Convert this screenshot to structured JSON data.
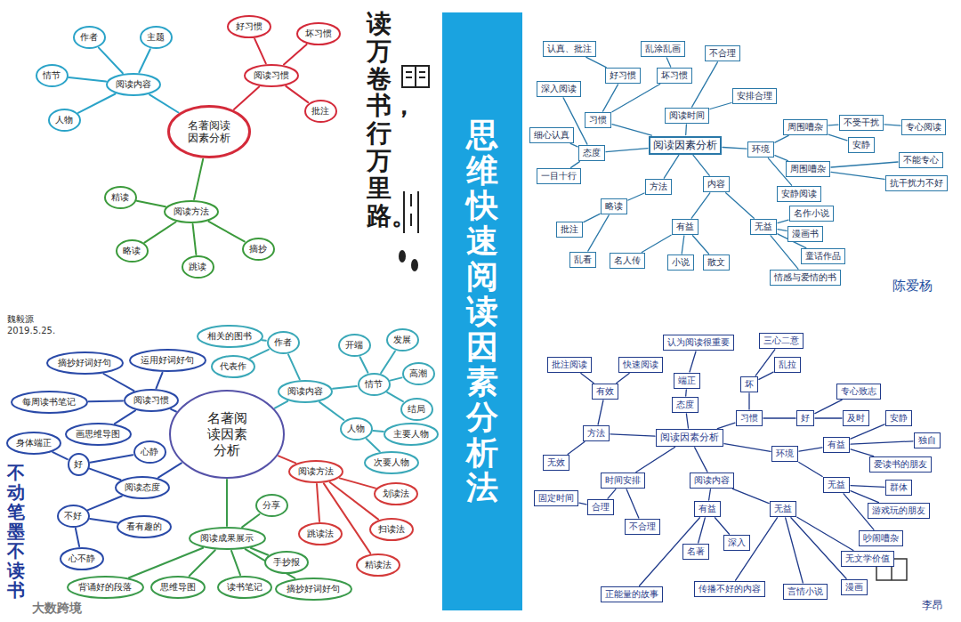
{
  "diagram": {
    "title": "思维快速阅读因素分析法",
    "nodes": [
      {
        "text": [
          "名著阅读因素分析"
        ]
      },
      {
        "text": [
          "阅读内容"
        ]
      },
      {
        "text": [
          "作者"
        ]
      },
      {
        "text": [
          "主题"
        ]
      },
      {
        "text": [
          "情节"
        ]
      },
      {
        "text": [
          "人物"
        ]
      },
      {
        "text": [
          "阅读习惯"
        ]
      },
      {
        "text": [
          "好习惯"
        ]
      },
      {
        "text": [
          "坏习惯"
        ]
      },
      {
        "text": [
          "批注"
        ]
      },
      {
        "text": [
          "阅读方法"
        ]
      },
      {
        "text": [
          "精读"
        ]
      },
      {
        "text": [
          "略读"
        ]
      },
      {
        "text": [
          "跳读"
        ]
      },
      {
        "text": [
          "摘抄"
        ]
      },
      {
        "text": [
          "阅读因素分析"
        ]
      },
      {
        "text": [
          "习惯"
        ]
      },
      {
        "text": [
          "好习惯"
        ]
      },
      {
        "text": [
          "坏习惯"
        ]
      },
      {
        "text": [
          "认真、批注"
        ]
      },
      {
        "text": [
          "乱涂乱画"
        ]
      },
      {
        "text": [
          "阅读时间"
        ]
      },
      {
        "text": [
          "安排合理"
        ]
      },
      {
        "text": [
          "不合理"
        ]
      },
      {
        "text": [
          "环境"
        ]
      },
      {
        "text": [
          "周围嘈杂"
        ]
      },
      {
        "text": [
          "不受干扰"
        ]
      },
      {
        "text": [
          "专心阅读"
        ]
      },
      {
        "text": [
          "安静"
        ]
      },
      {
        "text": [
          "周围嘈杂"
        ]
      },
      {
        "text": [
          "不能专心"
        ]
      },
      {
        "text": [
          "抗干扰力不好"
        ]
      },
      {
        "text": [
          "安静阅读"
        ]
      },
      {
        "text": [
          "内容"
        ]
      },
      {
        "text": [
          "有益"
        ]
      },
      {
        "text": [
          "无益"
        ]
      },
      {
        "text": [
          "名人传"
        ]
      },
      {
        "text": [
          "小说"
        ]
      },
      {
        "text": [
          "散文"
        ]
      },
      {
        "text": [
          "名作小说"
        ]
      },
      {
        "text": [
          "漫画书"
        ]
      },
      {
        "text": [
          "童话作品"
        ]
      },
      {
        "text": [
          "情感与爱情的书"
        ]
      },
      {
        "text": [
          "态度"
        ]
      },
      {
        "text": [
          "深入阅读"
        ]
      },
      {
        "text": [
          "细心认真"
        ]
      },
      {
        "text": [
          "一目十行"
        ]
      },
      {
        "text": [
          "方法"
        ]
      },
      {
        "text": [
          "略读"
        ]
      },
      {
        "text": [
          "批注"
        ]
      },
      {
        "text": [
          "乱看"
        ]
      },
      {
        "text": [
          "名著阅读因素分析"
        ]
      },
      {
        "text": [
          "阅读内容"
        ]
      },
      {
        "text": [
          "作者"
        ]
      },
      {
        "text": [
          "代表作"
        ]
      },
      {
        "text": [
          "相关的图书"
        ]
      },
      {
        "text": [
          "情节"
        ]
      },
      {
        "text": [
          "开端"
        ]
      },
      {
        "text": [
          "发展"
        ]
      },
      {
        "text": [
          "高潮"
        ]
      },
      {
        "text": [
          "结局"
        ]
      },
      {
        "text": [
          "人物"
        ]
      },
      {
        "text": [
          "主要人物"
        ]
      },
      {
        "text": [
          "次要人物"
        ]
      },
      {
        "text": [
          "阅读方法"
        ]
      },
      {
        "text": [
          "划读法"
        ]
      },
      {
        "text": [
          "扫读法"
        ]
      },
      {
        "text": [
          "跳读法"
        ]
      },
      {
        "text": [
          "精读法"
        ]
      },
      {
        "text": [
          "阅读成果展示"
        ]
      },
      {
        "text": [
          "分享"
        ]
      },
      {
        "text": [
          "手抄报"
        ]
      },
      {
        "text": [
          "读书笔记"
        ]
      },
      {
        "text": [
          "摘抄好词好句"
        ]
      },
      {
        "text": [
          "思维导图"
        ]
      },
      {
        "text": [
          "背诵好的段落"
        ]
      },
      {
        "text": [
          "阅读态度"
        ]
      },
      {
        "text": [
          "好"
        ]
      },
      {
        "text": [
          "不好"
        ]
      },
      {
        "text": [
          "心静"
        ]
      },
      {
        "text": [
          "身体端正"
        ]
      },
      {
        "text": [
          "心不静"
        ]
      },
      {
        "text": [
          "看有趣的"
        ]
      },
      {
        "text": [
          "阅读习惯"
        ]
      },
      {
        "text": [
          "摘抄好词好句"
        ]
      },
      {
        "text": [
          "运用好词好句"
        ]
      },
      {
        "text": [
          "每周读书笔记"
        ]
      },
      {
        "text": [
          "画思维导图"
        ]
      },
      {
        "text": [
          "阅读因素分析"
        ]
      },
      {
        "text": [
          "习惯"
        ]
      },
      {
        "text": [
          "坏"
        ]
      },
      {
        "text": [
          "三心二意"
        ]
      },
      {
        "text": [
          "乱拉"
        ]
      },
      {
        "text": [
          "好"
        ]
      },
      {
        "text": [
          "专心致志"
        ]
      },
      {
        "text": [
          "及时"
        ]
      },
      {
        "text": [
          "环境"
        ]
      },
      {
        "text": [
          "有益"
        ]
      },
      {
        "text": [
          "无益"
        ]
      },
      {
        "text": [
          "安静"
        ]
      },
      {
        "text": [
          "独自"
        ]
      },
      {
        "text": [
          "爱读书的朋友"
        ]
      },
      {
        "text": [
          "群体"
        ]
      },
      {
        "text": [
          "游戏玩的朋友"
        ]
      },
      {
        "text": [
          "吵闹嘈杂"
        ]
      },
      {
        "text": [
          "态度"
        ]
      },
      {
        "text": [
          "端正"
        ]
      },
      {
        "text": [
          "认为阅读很重要"
        ]
      },
      {
        "text": [
          "方法"
        ]
      },
      {
        "text": [
          "有效"
        ]
      },
      {
        "text": [
          "快速阅读"
        ]
      },
      {
        "text": [
          "批注阅读"
        ]
      },
      {
        "text": [
          "无效"
        ]
      },
      {
        "text": [
          "时间安排"
        ]
      },
      {
        "text": [
          "合理"
        ]
      },
      {
        "text": [
          "不合理"
        ]
      },
      {
        "text": [
          "固定时间"
        ]
      },
      {
        "text": [
          "阅读内容"
        ]
      },
      {
        "text": [
          "有益"
        ]
      },
      {
        "text": [
          "无益"
        ]
      },
      {
        "text": [
          "名著"
        ]
      },
      {
        "text": [
          "深入"
        ]
      },
      {
        "text": [
          "正能量的故事"
        ]
      },
      {
        "text": [
          "传播不好的内容"
        ]
      },
      {
        "text": [
          "言情小说"
        ]
      },
      {
        "text": [
          "无文学价值"
        ]
      },
      {
        "text": [
          "漫画"
        ]
      }
    ],
    "edges": [
      {
        "from": 0,
        "to": 1,
        "arrow": "none"
      },
      {
        "from": 1,
        "to": 2,
        "arrow": "none"
      },
      {
        "from": 1,
        "to": 3,
        "arrow": "none"
      },
      {
        "from": 1,
        "to": 4,
        "arrow": "none"
      },
      {
        "from": 1,
        "to": 5,
        "arrow": "none"
      },
      {
        "from": 0,
        "to": 6,
        "arrow": "none"
      },
      {
        "from": 6,
        "to": 7,
        "arrow": "none"
      },
      {
        "from": 6,
        "to": 8,
        "arrow": "none"
      },
      {
        "from": 6,
        "to": 9,
        "arrow": "none"
      },
      {
        "from": 0,
        "to": 10,
        "arrow": "none"
      },
      {
        "from": 10,
        "to": 11,
        "arrow": "none"
      },
      {
        "from": 10,
        "to": 12,
        "arrow": "none"
      },
      {
        "from": 10,
        "to": 13,
        "arrow": "none"
      },
      {
        "from": 10,
        "to": 14,
        "arrow": "none"
      },
      {
        "from": 15,
        "to": 16,
        "arrow": "none"
      },
      {
        "from": 16,
        "to": 17,
        "arrow": "none"
      },
      {
        "from": 16,
        "to": 18,
        "arrow": "none"
      },
      {
        "from": 17,
        "to": 19,
        "arrow": "none"
      },
      {
        "from": 18,
        "to": 20,
        "arrow": "none"
      },
      {
        "from": 15,
        "to": 21,
        "arrow": "none"
      },
      {
        "from": 21,
        "to": 22,
        "arrow": "none"
      },
      {
        "from": 21,
        "to": 23,
        "arrow": "none"
      },
      {
        "from": 15,
        "to": 24,
        "arrow": "none"
      },
      {
        "from": 24,
        "to": 25,
        "arrow": "none"
      },
      {
        "from": 25,
        "to": 26,
        "arrow": "none"
      },
      {
        "from": 26,
        "to": 27,
        "arrow": "none"
      },
      {
        "from": 25,
        "to": 28,
        "arrow": "none"
      },
      {
        "from": 24,
        "to": 29,
        "arrow": "none"
      },
      {
        "from": 29,
        "to": 30,
        "arrow": "none"
      },
      {
        "from": 29,
        "to": 31,
        "arrow": "none"
      },
      {
        "from": 24,
        "to": 32,
        "arrow": "none"
      },
      {
        "from": 15,
        "to": 33,
        "arrow": "none"
      },
      {
        "from": 33,
        "to": 34,
        "arrow": "none"
      },
      {
        "from": 33,
        "to": 35,
        "arrow": "none"
      },
      {
        "from": 34,
        "to": 36,
        "arrow": "none"
      },
      {
        "from": 34,
        "to": 37,
        "arrow": "none"
      },
      {
        "from": 34,
        "to": 38,
        "arrow": "none"
      },
      {
        "from": 35,
        "to": 39,
        "arrow": "none"
      },
      {
        "from": 35,
        "to": 40,
        "arrow": "none"
      },
      {
        "from": 35,
        "to": 41,
        "arrow": "none"
      },
      {
        "from": 35,
        "to": 42,
        "arrow": "none"
      },
      {
        "from": 15,
        "to": 43,
        "arrow": "none"
      },
      {
        "from": 43,
        "to": 44,
        "arrow": "none"
      },
      {
        "from": 43,
        "to": 45,
        "arrow": "none"
      },
      {
        "from": 43,
        "to": 46,
        "arrow": "none"
      },
      {
        "from": 15,
        "to": 47,
        "arrow": "none"
      },
      {
        "from": 47,
        "to": 48,
        "arrow": "none"
      },
      {
        "from": 48,
        "to": 49,
        "arrow": "none"
      },
      {
        "from": 48,
        "to": 50,
        "arrow": "none"
      },
      {
        "from": 51,
        "to": 52,
        "arrow": "none"
      },
      {
        "from": 52,
        "to": 53,
        "arrow": "none"
      },
      {
        "from": 53,
        "to": 54,
        "arrow": "none"
      },
      {
        "from": 53,
        "to": 55,
        "arrow": "none"
      },
      {
        "from": 52,
        "to": 56,
        "arrow": "none"
      },
      {
        "from": 56,
        "to": 57,
        "arrow": "none"
      },
      {
        "from": 56,
        "to": 58,
        "arrow": "none"
      },
      {
        "from": 56,
        "to": 59,
        "arrow": "none"
      },
      {
        "from": 56,
        "to": 60,
        "arrow": "none"
      },
      {
        "from": 52,
        "to": 61,
        "arrow": "none"
      },
      {
        "from": 61,
        "to": 62,
        "arrow": "none"
      },
      {
        "from": 61,
        "to": 63,
        "arrow": "none"
      },
      {
        "from": 51,
        "to": 64,
        "arrow": "none"
      },
      {
        "from": 64,
        "to": 65,
        "arrow": "none"
      },
      {
        "from": 64,
        "to": 66,
        "arrow": "none"
      },
      {
        "from": 64,
        "to": 67,
        "arrow": "none"
      },
      {
        "from": 64,
        "to": 68,
        "arrow": "none"
      },
      {
        "from": 51,
        "to": 69,
        "arrow": "none"
      },
      {
        "from": 69,
        "to": 70,
        "arrow": "none"
      },
      {
        "from": 69,
        "to": 71,
        "arrow": "none"
      },
      {
        "from": 69,
        "to": 72,
        "arrow": "none"
      },
      {
        "from": 69,
        "to": 73,
        "arrow": "none"
      },
      {
        "from": 69,
        "to": 74,
        "arrow": "none"
      },
      {
        "from": 69,
        "to": 75,
        "arrow": "none"
      },
      {
        "from": 51,
        "to": 76,
        "arrow": "none"
      },
      {
        "from": 76,
        "to": 77,
        "arrow": "none"
      },
      {
        "from": 76,
        "to": 78,
        "arrow": "none"
      },
      {
        "from": 77,
        "to": 79,
        "arrow": "none"
      },
      {
        "from": 77,
        "to": 80,
        "arrow": "none"
      },
      {
        "from": 78,
        "to": 81,
        "arrow": "none"
      },
      {
        "from": 78,
        "to": 82,
        "arrow": "none"
      },
      {
        "from": 51,
        "to": 83,
        "arrow": "none"
      },
      {
        "from": 83,
        "to": 84,
        "arrow": "none"
      },
      {
        "from": 83,
        "to": 85,
        "arrow": "none"
      },
      {
        "from": 83,
        "to": 86,
        "arrow": "none"
      },
      {
        "from": 83,
        "to": 87,
        "arrow": "none"
      },
      {
        "from": 88,
        "to": 89,
        "arrow": "none"
      },
      {
        "from": 89,
        "to": 90,
        "arrow": "none"
      },
      {
        "from": 90,
        "to": 91,
        "arrow": "none"
      },
      {
        "from": 90,
        "to": 92,
        "arrow": "none"
      },
      {
        "from": 89,
        "to": 93,
        "arrow": "none"
      },
      {
        "from": 93,
        "to": 94,
        "arrow": "none"
      },
      {
        "from": 93,
        "to": 95,
        "arrow": "none"
      },
      {
        "from": 88,
        "to": 96,
        "arrow": "none"
      },
      {
        "from": 96,
        "to": 97,
        "arrow": "none"
      },
      {
        "from": 96,
        "to": 98,
        "arrow": "none"
      },
      {
        "from": 97,
        "to": 99,
        "arrow": "none"
      },
      {
        "from": 97,
        "to": 100,
        "arrow": "none"
      },
      {
        "from": 97,
        "to": 101,
        "arrow": "none"
      },
      {
        "from": 98,
        "to": 102,
        "arrow": "none"
      },
      {
        "from": 98,
        "to": 103,
        "arrow": "none"
      },
      {
        "from": 98,
        "to": 104,
        "arrow": "none"
      },
      {
        "from": 88,
        "to": 105,
        "arrow": "none"
      },
      {
        "from": 105,
        "to": 106,
        "arrow": "none"
      },
      {
        "from": 106,
        "to": 107,
        "arrow": "none"
      },
      {
        "from": 88,
        "to": 108,
        "arrow": "none"
      },
      {
        "from": 108,
        "to": 109,
        "arrow": "none"
      },
      {
        "from": 109,
        "to": 110,
        "arrow": "none"
      },
      {
        "from": 109,
        "to": 111,
        "arrow": "none"
      },
      {
        "from": 108,
        "to": 112,
        "arrow": "none"
      },
      {
        "from": 88,
        "to": 113,
        "arrow": "none"
      },
      {
        "from": 113,
        "to": 114,
        "arrow": "none"
      },
      {
        "from": 113,
        "to": 115,
        "arrow": "none"
      },
      {
        "from": 114,
        "to": 116,
        "arrow": "none"
      },
      {
        "from": 88,
        "to": 117,
        "arrow": "none"
      },
      {
        "from": 117,
        "to": 118,
        "arrow": "none"
      },
      {
        "from": 117,
        "to": 119,
        "arrow": "none"
      },
      {
        "from": 118,
        "to": 120,
        "arrow": "none"
      },
      {
        "from": 118,
        "to": 121,
        "arrow": "none"
      },
      {
        "from": 118,
        "to": 122,
        "arrow": "none"
      },
      {
        "from": 119,
        "to": 123,
        "arrow": "none"
      },
      {
        "from": 119,
        "to": 124,
        "arrow": "none"
      },
      {
        "from": 119,
        "to": 125,
        "arrow": "none"
      },
      {
        "from": 119,
        "to": 126,
        "arrow": "none"
      }
    ],
    "labels": [
      "读万卷书，行万里路。",
      "陈爱杨",
      "魏毅源",
      "2019.5.25.",
      "不动笔墨不读书",
      "大数跨境",
      "李昂"
    ]
  }
}
